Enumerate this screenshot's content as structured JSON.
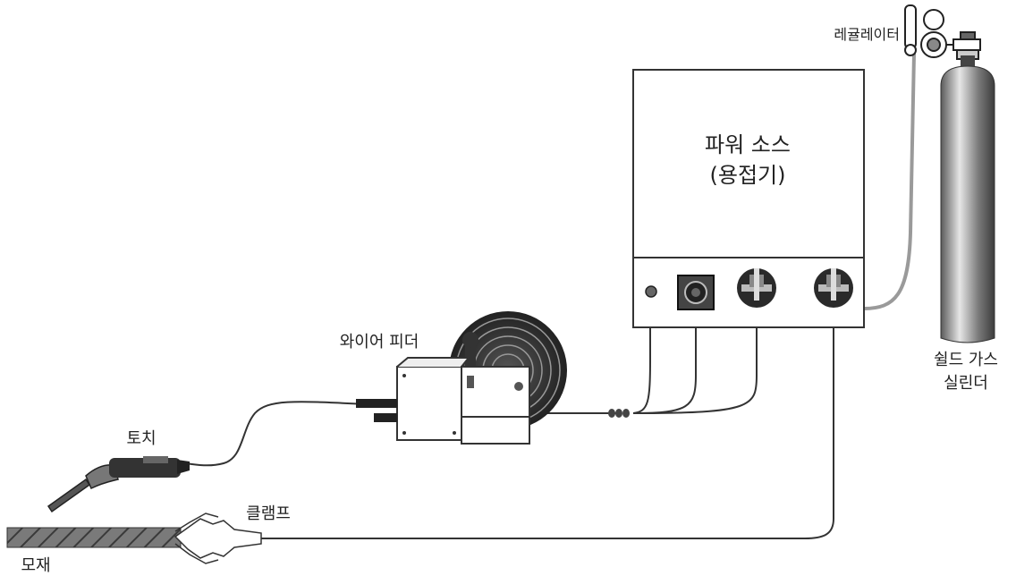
{
  "labels": {
    "regulator": "레귤레이터",
    "power_source_line1": "파워 소스",
    "power_source_line2": "(용접기)",
    "wire_feeder": "와이어 피더",
    "shield_gas_line1": "쉴드 가스",
    "shield_gas_line2": "실린더",
    "torch": "토치",
    "clamp": "클램프",
    "base_metal": "모재"
  },
  "colors": {
    "line": "#333333",
    "hose": "#9a9a9a",
    "panel_fill": "#ffffff",
    "knob_fill": "#2a2a2a"
  },
  "icons": {
    "regulator": "pressure-regulator-icon",
    "cylinder": "gas-cylinder-icon",
    "wire_feeder": "wire-feeder-icon",
    "torch": "welding-torch-icon",
    "clamp": "ground-clamp-icon"
  }
}
